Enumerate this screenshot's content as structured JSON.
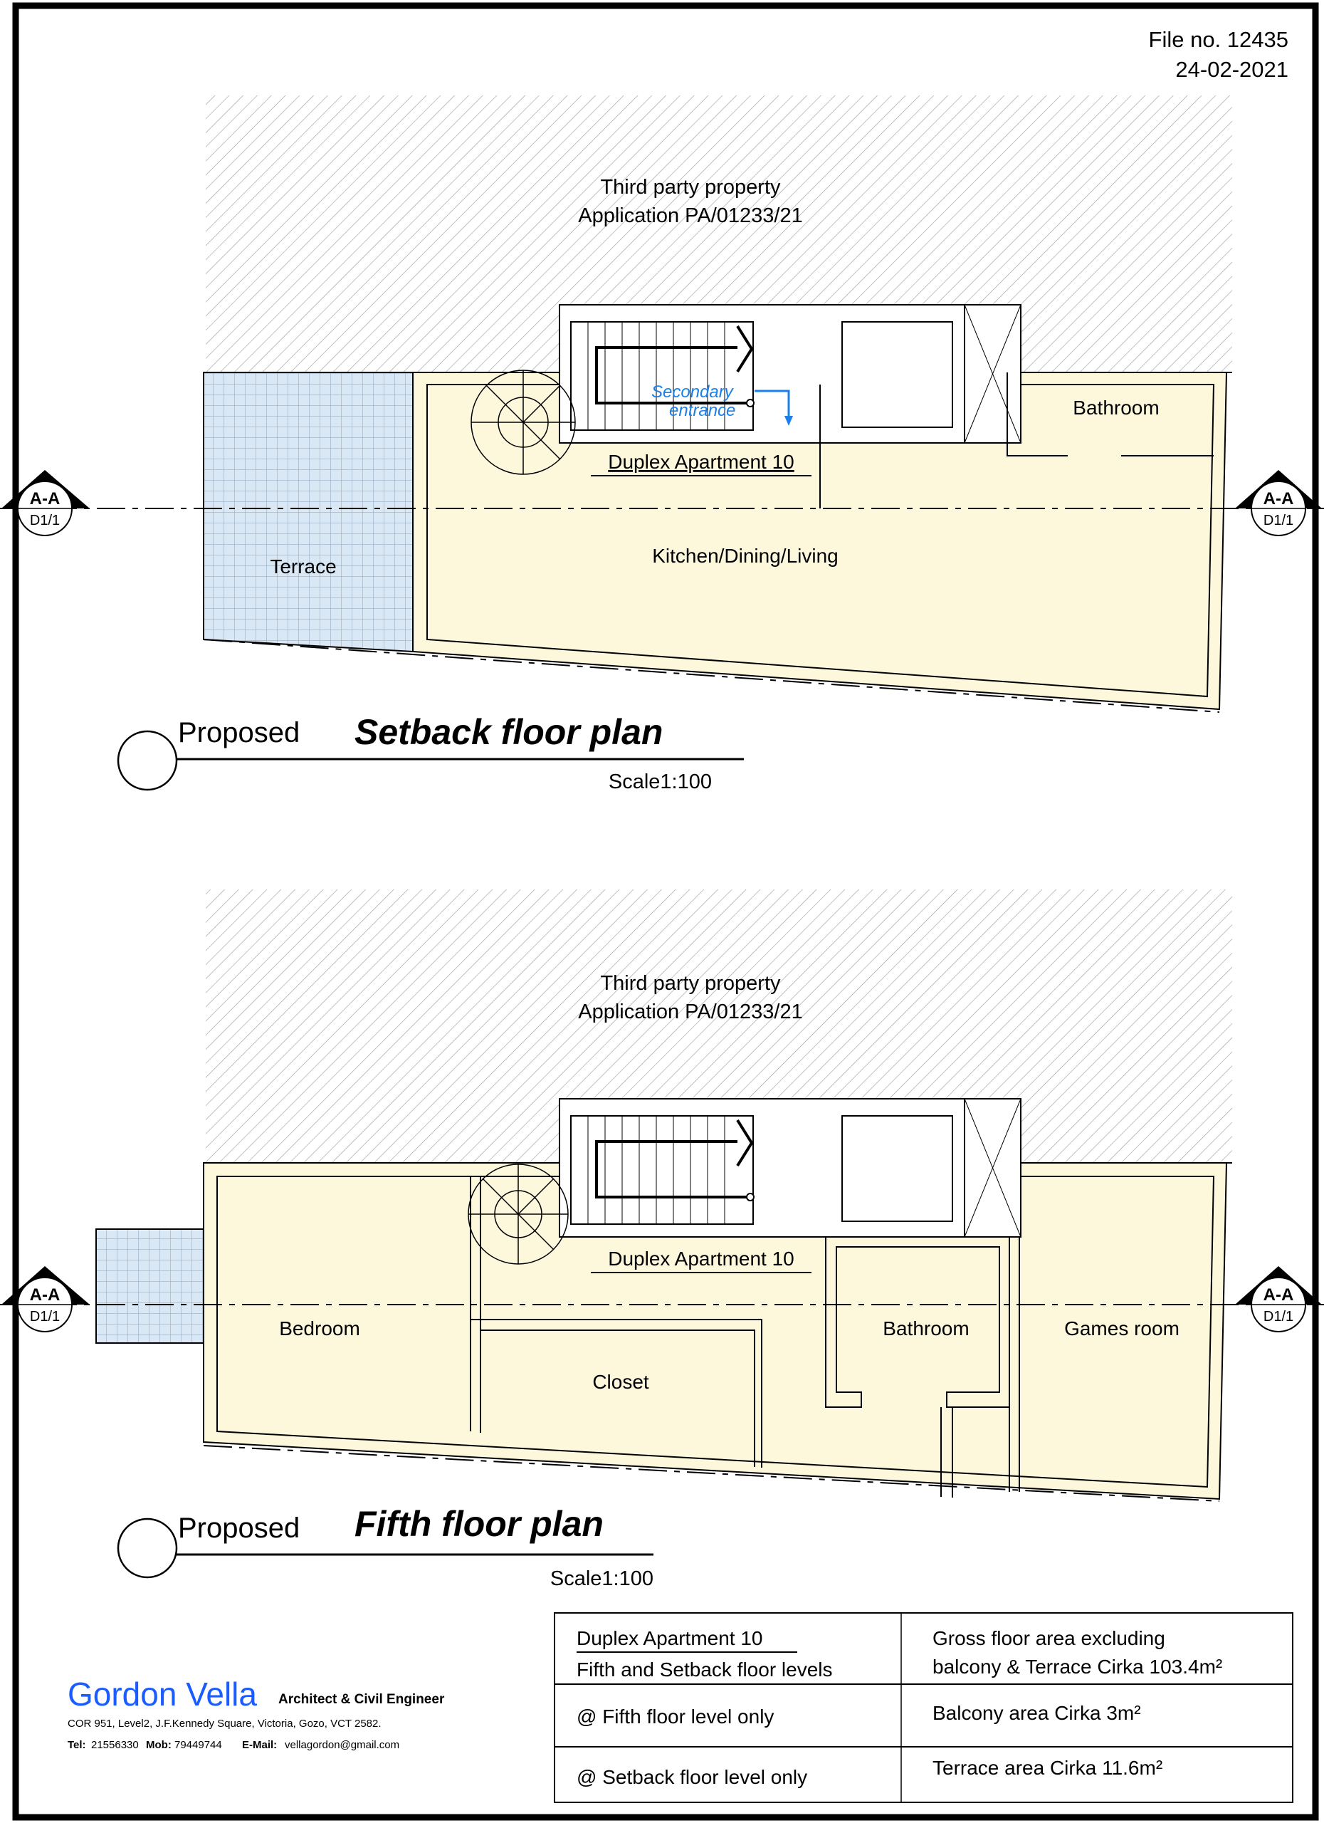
{
  "header": {
    "file_no": "File no. 12435",
    "date": "24-02-2021"
  },
  "section_marker": {
    "label": "A-A",
    "ref": "D1/1"
  },
  "setback_plan": {
    "neighbour_line1": "Third party property",
    "neighbour_line2": "Application PA/01233/21",
    "secondary_entrance_line1": "Secondary",
    "secondary_entrance_line2": "entrance",
    "apartment_label": "Duplex Apartment 10",
    "rooms": {
      "bathroom": "Bathroom",
      "living": "Kitchen/Dining/Living",
      "terrace": "Terrace"
    },
    "title_prefix": "Proposed",
    "title": "Setback floor plan",
    "scale": "Scale1:100"
  },
  "fifth_plan": {
    "neighbour_line1": "Third party property",
    "neighbour_line2": "Application PA/01233/21",
    "apartment_label": "Duplex Apartment 10",
    "rooms": {
      "bedroom": "Bedroom",
      "closet": "Closet",
      "bathroom": "Bathroom",
      "games": "Games room"
    },
    "title_prefix": "Proposed",
    "title": "Fifth floor plan",
    "scale": "Scale1:100"
  },
  "area_table": {
    "rows": [
      {
        "left_title": "Duplex Apartment 10",
        "left_sub": "Fifth and Setback floor levels",
        "right1": "Gross floor area excluding",
        "right2": "balcony & Terrace Cirka 103.4m²"
      },
      {
        "left": "@ Fifth floor level only",
        "right": "Balcony area Cirka 3m²"
      },
      {
        "left": "@ Setback floor level only",
        "right": "Terrace area Cirka 11.6m²"
      }
    ]
  },
  "architect": {
    "name": "Gordon Vella",
    "role": "Architect & Civil Engineer",
    "address": "COR 951,  Level2,  J.F.Kennedy Square,  Victoria,  Gozo,  VCT 2582.",
    "tel_label": "Tel:",
    "tel": "21556330",
    "mob_label": "Mob:",
    "mob": "79449744",
    "email_label": "E-Mail:",
    "email": "vellagordon@gmail.com"
  },
  "colors": {
    "floor": "#fdf8dc",
    "terrace": "#deebf7",
    "accent": "#1a5cff",
    "annotation": "#1a7fe8"
  }
}
